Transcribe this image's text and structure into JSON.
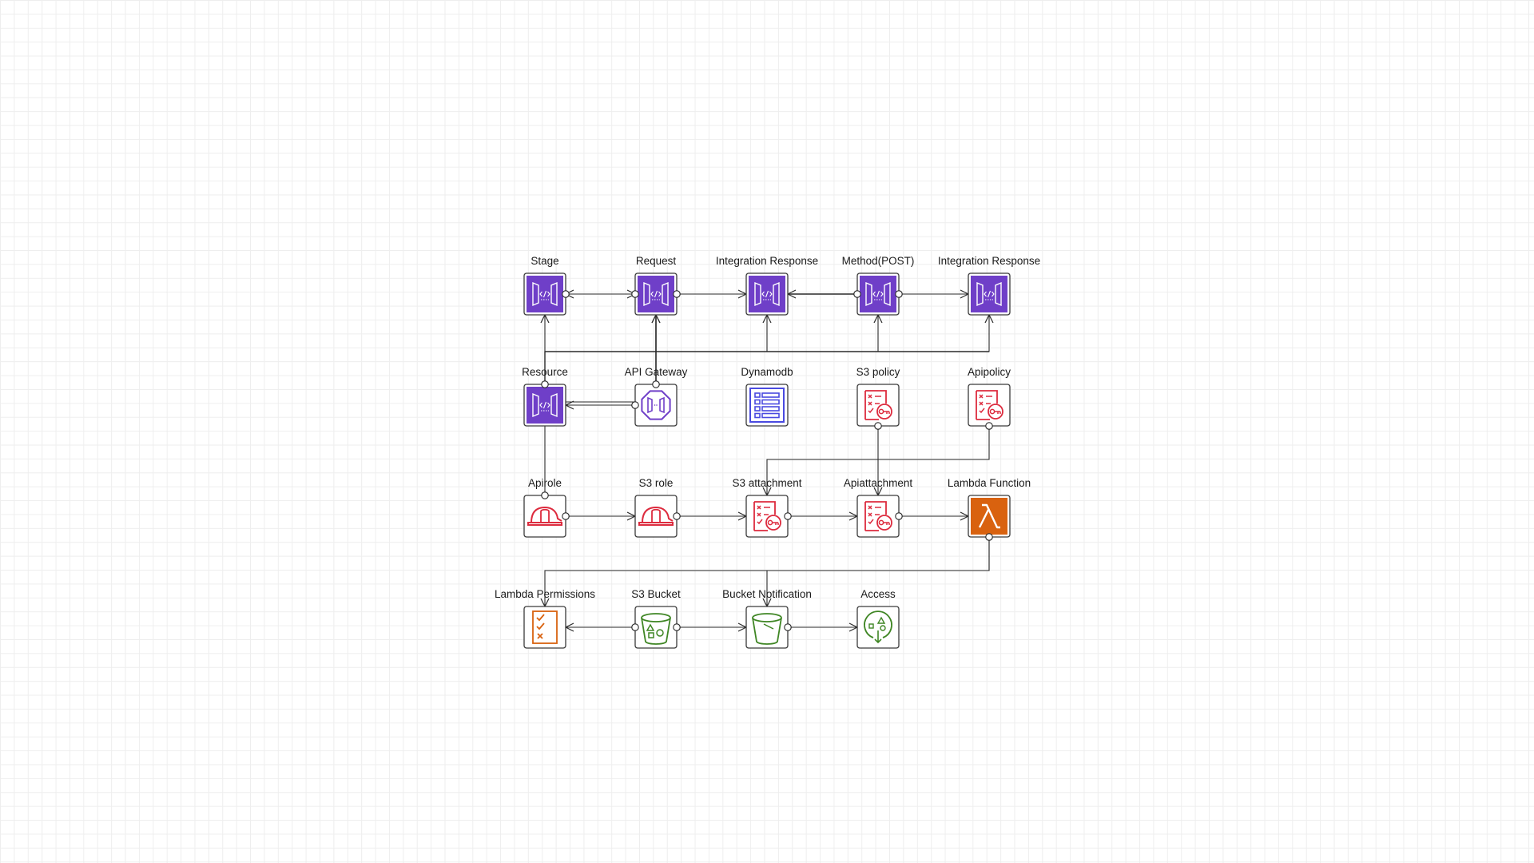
{
  "colors": {
    "api": "#6f3fc8",
    "db": "#4a4ae0",
    "iam": "#dd2b3e",
    "lambda": "#d9620f",
    "lambda_perm": "#d9620f",
    "s3": "#3f8624",
    "frame": "#3a3a3a",
    "edge": "#2a2a2a"
  },
  "nodes": [
    {
      "id": "stage",
      "label": "Stage",
      "icon": "api-gateway-endpoint-icon",
      "kind": "api"
    },
    {
      "id": "request",
      "label": "Request",
      "icon": "api-gateway-endpoint-icon",
      "kind": "api"
    },
    {
      "id": "integration_response_1",
      "label": "Integration Response",
      "icon": "api-gateway-endpoint-icon",
      "kind": "api"
    },
    {
      "id": "method_post",
      "label": "Method(POST)",
      "icon": "api-gateway-endpoint-icon",
      "kind": "api"
    },
    {
      "id": "integration_response_2",
      "label": "Integration Response",
      "icon": "api-gateway-endpoint-icon",
      "kind": "api"
    },
    {
      "id": "resource",
      "label": "Resource",
      "icon": "api-gateway-endpoint-icon",
      "kind": "api"
    },
    {
      "id": "api_gateway",
      "label": "API Gateway",
      "icon": "api-gateway-service-icon",
      "kind": "apigw"
    },
    {
      "id": "dynamodb",
      "label": "Dynamodb",
      "icon": "dynamodb-table-icon",
      "kind": "db"
    },
    {
      "id": "s3_policy",
      "label": "S3 policy",
      "icon": "iam-policy-icon",
      "kind": "policy"
    },
    {
      "id": "apipolicy",
      "label": "Apipolicy",
      "icon": "iam-policy-icon",
      "kind": "policy"
    },
    {
      "id": "apirole",
      "label": "Apirole",
      "icon": "iam-role-hardhat-icon",
      "kind": "role"
    },
    {
      "id": "s3_role",
      "label": "S3 role",
      "icon": "iam-role-hardhat-icon",
      "kind": "role"
    },
    {
      "id": "s3_attachment",
      "label": "S3 attachment",
      "icon": "iam-policy-icon",
      "kind": "policy"
    },
    {
      "id": "apiattachment",
      "label": "Apiattachment",
      "icon": "iam-policy-icon",
      "kind": "policy"
    },
    {
      "id": "lambda_function",
      "label": "Lambda Function",
      "icon": "lambda-function-icon",
      "kind": "lambda"
    },
    {
      "id": "lambda_permissions",
      "label": "Lambda Permissions",
      "icon": "checklist-icon",
      "kind": "checklist"
    },
    {
      "id": "s3_bucket",
      "label": "S3 Bucket",
      "icon": "s3-bucket-objects-icon",
      "kind": "bucket_objects"
    },
    {
      "id": "bucket_notification",
      "label": "Bucket Notification",
      "icon": "s3-bucket-icon",
      "kind": "bucket"
    },
    {
      "id": "access",
      "label": "Access",
      "icon": "s3-access-point-icon",
      "kind": "access"
    }
  ],
  "edges": [
    {
      "from": "request",
      "to": "stage"
    },
    {
      "from": "stage",
      "to": "request"
    },
    {
      "from": "request",
      "to": "integration_response_1"
    },
    {
      "from": "method_post",
      "to": "integration_response_1"
    },
    {
      "from": "method_post",
      "to": "integration_response_2"
    },
    {
      "from": "resource",
      "to": "stage"
    },
    {
      "from": "resource",
      "to": "request"
    },
    {
      "from": "resource",
      "to": "integration_response_1"
    },
    {
      "from": "resource",
      "to": "method_post"
    },
    {
      "from": "resource",
      "to": "integration_response_2"
    },
    {
      "from": "api_gateway",
      "to": "request"
    },
    {
      "from": "api_gateway",
      "to": "resource"
    },
    {
      "from": "apipolicy",
      "to": "s3_attachment"
    },
    {
      "from": "s3_policy",
      "to": "apiattachment"
    },
    {
      "from": "apirole",
      "to": "resource"
    },
    {
      "from": "apirole",
      "to": "s3_role"
    },
    {
      "from": "s3_role",
      "to": "s3_attachment"
    },
    {
      "from": "s3_attachment",
      "to": "apiattachment"
    },
    {
      "from": "apiattachment",
      "to": "lambda_function"
    },
    {
      "from": "lambda_function",
      "to": "lambda_permissions"
    },
    {
      "from": "lambda_function",
      "to": "bucket_notification"
    },
    {
      "from": "s3_bucket",
      "to": "lambda_permissions"
    },
    {
      "from": "s3_bucket",
      "to": "bucket_notification"
    },
    {
      "from": "bucket_notification",
      "to": "access"
    }
  ]
}
